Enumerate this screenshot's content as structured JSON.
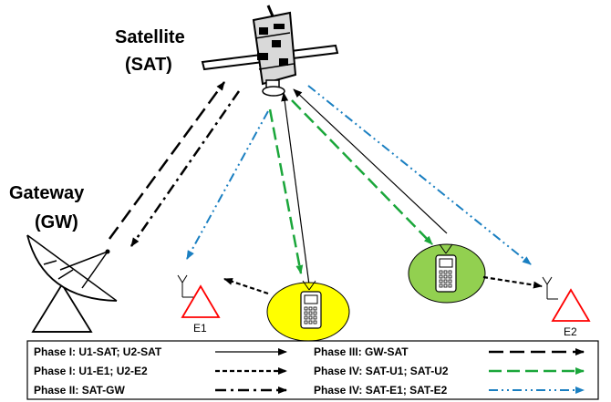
{
  "labels": {
    "satellite_line1": "Satellite",
    "satellite_line2": "(SAT)",
    "gateway_line1": "Gateway",
    "gateway_line2": "(GW)",
    "eve1": "E1",
    "eve2": "E2"
  },
  "legend": {
    "phase1_u_sat": "Phase I: U1-SAT; U2-SAT",
    "phase1_u_e": "Phase I: U1-E1; U2-E2",
    "phase2": "Phase II: SAT-GW",
    "phase3": "Phase III: GW-SAT",
    "phase4_u": "Phase IV: SAT-U1; SAT-U2",
    "phase4_e": "Phase IV: SAT-E1; SAT-E2"
  },
  "colors": {
    "phase4_users": "#1aa63a",
    "phase4_eves": "#1a7fc1",
    "user1_zone": "#ffff00",
    "user2_zone": "#92d050",
    "eve_triangle": "#ff0000"
  }
}
